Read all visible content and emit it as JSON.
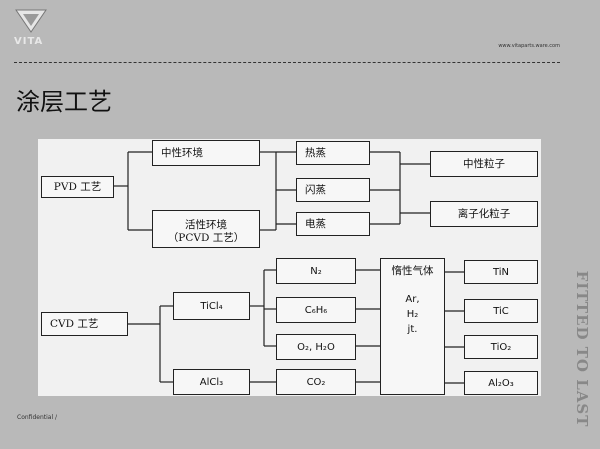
{
  "header": {
    "brand": "VITA",
    "site": "www.vitaparts.ware.com",
    "title": "涂层工艺"
  },
  "diagram": {
    "pvd": {
      "root": "PVD 工艺",
      "neutral_env": "中性环境",
      "active_env_line1": "活性环境",
      "active_env_line2": "（PCVD 工艺）",
      "hot_evap": "热蒸",
      "flash_evap": "闪蒸",
      "electric_evap": "电蒸",
      "neutral_particle": "中性粒子",
      "ionized_particle": "离子化粒子"
    },
    "cvd": {
      "root": "CVD 工艺",
      "ticl4": "TiCl₄",
      "alcl3": "AlCl₃",
      "n2": "N₂",
      "c6h6": "C₆H₆",
      "o2h2o": "O₂, H₂O",
      "co2": "CO₂",
      "inert_gas": "惰性气体",
      "inert_body_1": "Ar,",
      "inert_body_2": "H₂",
      "inert_body_3": "jt.",
      "tin": "TiN",
      "tic": "TiC",
      "tio2": "TiO₂",
      "al2o3": "Al₂O₃"
    }
  },
  "footer": {
    "confidential": "Confidential  /"
  },
  "side_stamp": "FITTED TO LAST"
}
